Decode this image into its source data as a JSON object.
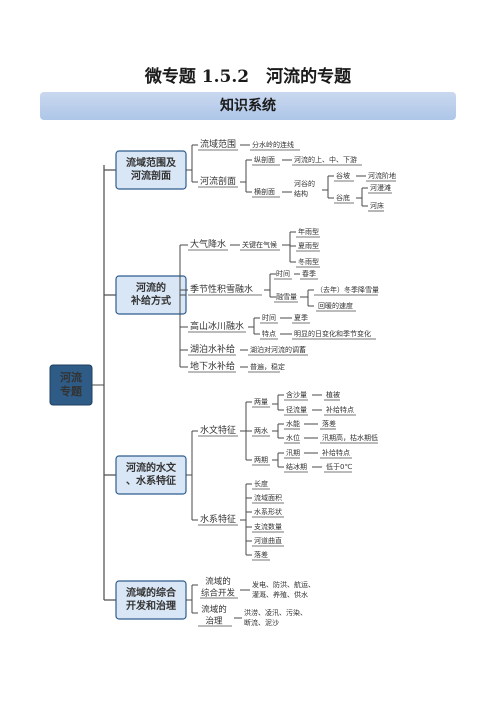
{
  "page": {
    "title": "微专题 1.5.2　河流的专题",
    "banner": "知识系统"
  },
  "colors": {
    "box_fill": "#d9e6f5",
    "box_stroke": "#2e5d8e",
    "root_fill": "#2f5b87",
    "line": "#4a4a4a"
  },
  "diagram": {
    "root": [
      "河流",
      "专题"
    ],
    "branches": [
      {
        "label": [
          "流域范围及",
          "河流剖面"
        ]
      },
      {
        "label": [
          "河流的",
          "补给方式"
        ]
      },
      {
        "label": [
          "河流的水文",
          "、水系特征"
        ]
      },
      {
        "label": [
          "流域的综合",
          "开发和治理"
        ]
      }
    ],
    "labels": {
      "b1_range": "流域范围",
      "b1_range_v": "分水岭的连线",
      "b1_section": "河流剖面",
      "b1_long": "纵剖面",
      "b1_long_v": "河流的上、中、下游",
      "b1_cross": "横剖面",
      "b1_valley": [
        "河谷的",
        "结构"
      ],
      "b1_slope": "谷坡",
      "b1_terrace": "河流阶地",
      "b1_floor": "谷底",
      "b1_flood": "河漫滩",
      "b1_bed": "河床",
      "b2_rain": "大气降水",
      "b2_climate": "关键在气候",
      "b2_r1": "年雨型",
      "b2_r2": "夏雨型",
      "b2_r3": "冬雨型",
      "b2_snow": "季节性积雪融水",
      "b2_time": "时间",
      "b2_spring": "春季",
      "b2_melt": "融雪量",
      "b2_prev": "（去年）冬季降雪量",
      "b2_warm": "回暖的速度",
      "b2_glacier": "高山冰川融水",
      "b2_gtime": "时间",
      "b2_summer": "夏季",
      "b2_feature": "特点",
      "b2_diurnal": "明显的日变化和季节变化",
      "b2_lake": "湖泊水补给",
      "b2_lake_v": "湖泊对河流的调蓄",
      "b2_ground": "地下水补给",
      "b2_ground_v": "普遍，稳定",
      "b3_hydro": "水文特征",
      "b3_two": "两量",
      "b3_sed": "含沙量",
      "b3_veg": "植被",
      "b3_flow": "径流量",
      "b3_supply": "补给特点",
      "b3_water": "两水",
      "b3_energy": "水能",
      "b3_drop": "落差",
      "b3_level": "水位",
      "b3_level_v": "汛期高，枯水期低",
      "b3_period": "两期",
      "b3_flood": "汛期",
      "b3_flood_v": "补给特点",
      "b3_ice": "结冰期",
      "b3_ice_v": "低于0℃",
      "b3_system": "水系特征",
      "b3_s1": "长度",
      "b3_s2": "流域面积",
      "b3_s3": "水系形状",
      "b3_s4": "支流数量",
      "b3_s5": "河道曲直",
      "b3_s6": "落差",
      "b4_dev": [
        "流域的",
        "综合开发"
      ],
      "b4_dev_v": [
        "发电、防洪、航运、",
        "灌溉、养殖、供水"
      ],
      "b4_gov": [
        "流域的",
        "治理"
      ],
      "b4_gov_v": [
        "洪涝、凌汛、污染、",
        "断流、泥沙"
      ]
    }
  }
}
